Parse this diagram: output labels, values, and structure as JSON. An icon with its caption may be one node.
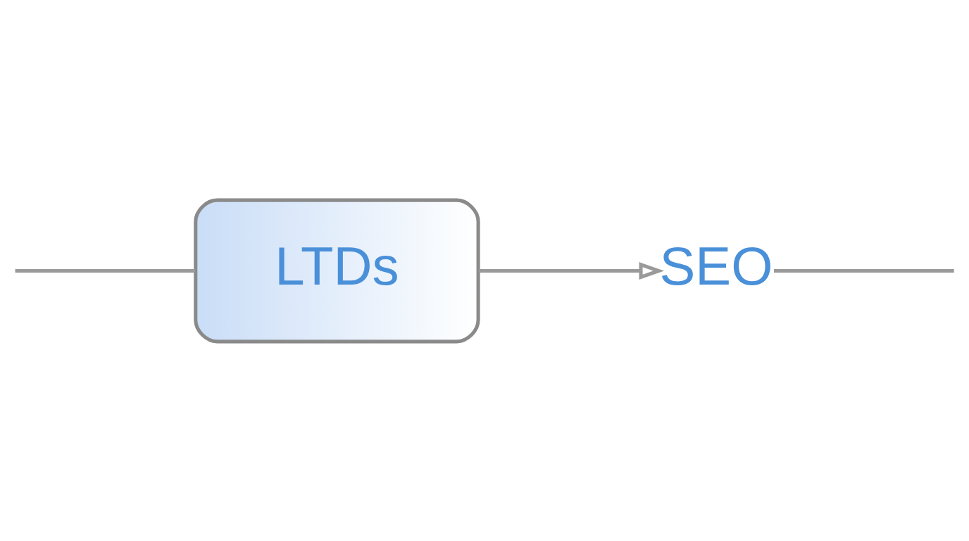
{
  "diagram": {
    "nodes": [
      {
        "text": [
          "LTDs"
        ]
      },
      {
        "text": [
          "SEO"
        ]
      }
    ],
    "edges": [
      {
        "from": null,
        "to": 0,
        "arrow": "none"
      },
      {
        "from": 0,
        "to": 1,
        "arrow": "to"
      },
      {
        "from": 1,
        "to": null,
        "arrow": "none"
      }
    ]
  }
}
